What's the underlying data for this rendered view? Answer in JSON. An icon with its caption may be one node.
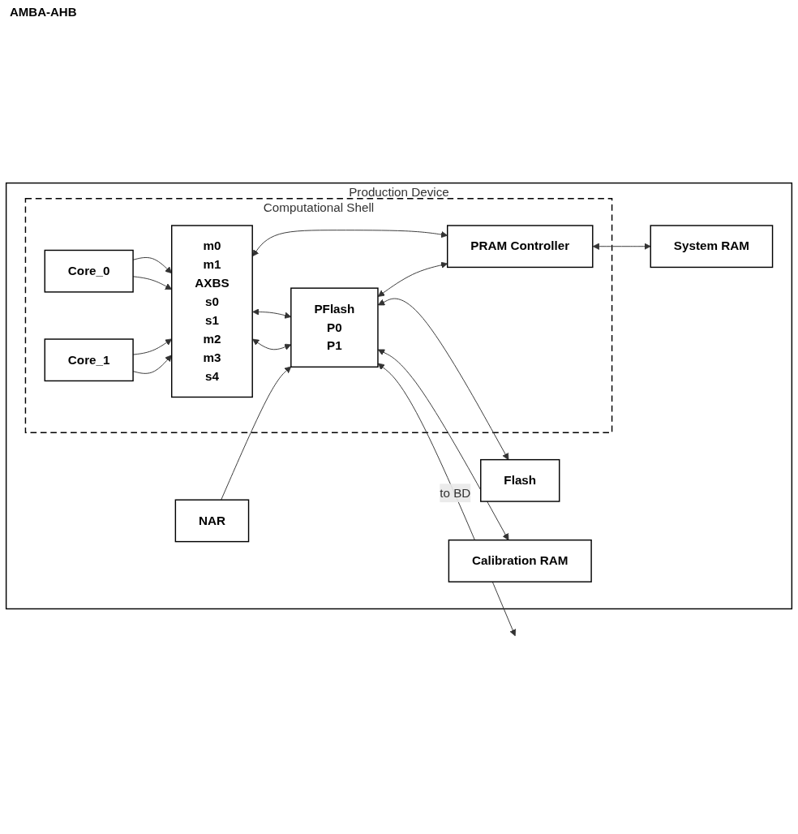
{
  "diagram": {
    "nodes": [
      {
        "text": [
          "Production Device"
        ]
      },
      {
        "text": [
          "Computational Shell"
        ],
        "in": 0
      },
      {
        "text": [
          "Core_0"
        ],
        "in": 1
      },
      {
        "text": [
          "m0",
          "m1",
          "AXBS",
          "s0",
          "s1",
          "m2",
          "m3",
          "s4"
        ],
        "in": 1
      },
      {
        "text": [
          "PFlash",
          "P0",
          "P1"
        ],
        "in": 1
      },
      {
        "text": [
          "PRAM Controller"
        ],
        "in": 1
      },
      {
        "text": [
          "Core_1"
        ],
        "in": 1
      },
      {
        "text": [
          "NAR"
        ],
        "in": 0
      },
      {
        "text": [
          "Flash"
        ],
        "in": 0
      },
      {
        "text": [
          "Calibration RAM"
        ],
        "in": 0
      },
      {
        "text": [
          "System RAM"
        ],
        "in": 0
      }
    ],
    "edges": [
      {
        "from": 2,
        "to": 3,
        "arrow": "to"
      },
      {
        "from": 2,
        "to": 3,
        "arrow": "to"
      },
      {
        "from": 6,
        "to": 3,
        "arrow": "to"
      },
      {
        "from": 6,
        "to": 3,
        "arrow": "to"
      },
      {
        "from": 3,
        "to": 4,
        "arrow": "both"
      },
      {
        "from": 3,
        "to": 4,
        "arrow": "both"
      },
      {
        "from": 3,
        "to": 5,
        "arrow": "both"
      },
      {
        "from": 7,
        "to": 4,
        "arrow": "to"
      },
      {
        "from": 4,
        "to": null,
        "arrow": "both",
        "label": "to BD"
      },
      {
        "from": 4,
        "to": 8,
        "arrow": "both"
      },
      {
        "from": 4,
        "to": 9,
        "arrow": "both"
      },
      {
        "from": 4,
        "to": 5,
        "arrow": "both"
      },
      {
        "from": 5,
        "to": 10,
        "arrow": "both"
      }
    ],
    "labels": [
      "AMBA-AHB"
    ]
  }
}
